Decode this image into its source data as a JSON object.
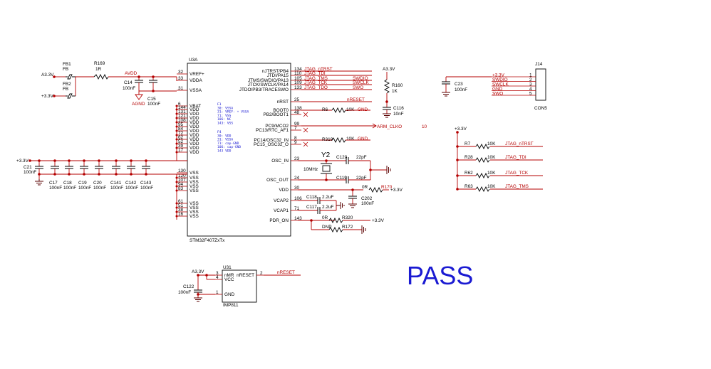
{
  "status": "PASS",
  "u3a": {
    "ref": "U3A",
    "part": "STM32F407ZxTx",
    "left_pins": [
      {
        "num": "32",
        "name": "VREF+"
      },
      {
        "num": "33",
        "name": "VDDA"
      },
      {
        "num": "31",
        "name": "VSSA"
      },
      {
        "num": "6",
        "name": "VBAT"
      },
      {
        "num": "144",
        "name": "VDD"
      },
      {
        "num": "131",
        "name": "VDD"
      },
      {
        "num": "121",
        "name": "VDD"
      },
      {
        "num": "108",
        "name": "VDD"
      },
      {
        "num": "95",
        "name": "VDD"
      },
      {
        "num": "84",
        "name": "VDD"
      },
      {
        "num": "72",
        "name": "VDD"
      },
      {
        "num": "62",
        "name": "VDD"
      },
      {
        "num": "52",
        "name": "VDD"
      },
      {
        "num": "39",
        "name": "VDD"
      },
      {
        "num": "17",
        "name": "VDD"
      },
      {
        "num": "130",
        "name": "VSS"
      },
      {
        "num": "120",
        "name": "VSS"
      },
      {
        "num": "107",
        "name": "VSS"
      },
      {
        "num": "94",
        "name": "VSS"
      },
      {
        "num": "83",
        "name": "VSS"
      },
      {
        "num": "61",
        "name": "VSS"
      },
      {
        "num": "51",
        "name": "VSS"
      },
      {
        "num": "38",
        "name": "VSS"
      },
      {
        "num": "16",
        "name": "VSS"
      }
    ],
    "right_pins": [
      {
        "num": "134",
        "name": "nJTRST/PB4"
      },
      {
        "num": "110",
        "name": "JTDI/PA15"
      },
      {
        "num": "105",
        "name": "JTMS/SWDIO/PA13"
      },
      {
        "num": "109",
        "name": "JTCK/SWCLK/PA14"
      },
      {
        "num": "133",
        "name": "JTDO/PB3/TRACESWO"
      },
      {
        "num": "25",
        "name": "nRST"
      },
      {
        "num": "138",
        "name": "BOOT0"
      },
      {
        "num": "48",
        "name": "PB2/BOOT1"
      },
      {
        "num": "99",
        "name": "PC9/MCO2"
      },
      {
        "num": "7",
        "name": "PC13/RTC_AF1"
      },
      {
        "num": "8",
        "name": "PC14/OSC32_IN"
      },
      {
        "num": "9",
        "name": "PC15_OSC32_O"
      },
      {
        "num": "23",
        "name": "OSC_IN"
      },
      {
        "num": "24",
        "name": "OSC_OUT"
      },
      {
        "num": "30",
        "name": "VDD"
      },
      {
        "num": "106",
        "name": "VCAP2"
      },
      {
        "num": "71",
        "name": "VCAP1"
      },
      {
        "num": "143",
        "name": "PDR_ON"
      }
    ],
    "notes_a": [
      "F1",
      "30: VSSA",
      "31: VREF- + VSSA",
      "71: VSS",
      "106: NC",
      "143: VSS"
    ],
    "notes_b": [
      "F4",
      "30: VDD",
      "31: VSSA",
      "71: cap-GND",
      "106: cap-GND",
      "143 VDD"
    ],
    "right_nets": [
      "JTAG_nTRST",
      "JTAG_TDI",
      "JTAG_TMS",
      "JTAG_TCK",
      "JTAG_TDO",
      "nRESET"
    ],
    "swd_nets": [
      "SWDIO",
      "SWCLK",
      "SWO"
    ],
    "mco": "ARM_CLKO",
    "mco_num": "10"
  },
  "power_in": {
    "fb1": "FB1",
    "fb1_val": "FB",
    "fb2": "FB2",
    "fb2_val": "FB",
    "a33": "A3.3V",
    "p33": "+3.3V",
    "r169": "R169",
    "r169_val": "1R",
    "avdd": "AVDD",
    "agnd": "AGND",
    "c14": "C14",
    "c14_val": "100nF",
    "c15": "C15",
    "c15_val": "100nF"
  },
  "decoupling": {
    "rail": "+3.3V",
    "caps": [
      {
        "ref": "C21",
        "val": "100nF"
      },
      {
        "ref": "C17",
        "val": "100nF"
      },
      {
        "ref": "C18",
        "val": "100nF"
      },
      {
        "ref": "C19",
        "val": "100nF"
      },
      {
        "ref": "C20",
        "val": "100nF"
      },
      {
        "ref": "C141",
        "val": "100nF"
      },
      {
        "ref": "C142",
        "val": "100nF"
      },
      {
        "ref": "C143",
        "val": "100nF"
      }
    ]
  },
  "right_parts": {
    "r160": "R160",
    "r160_val": "1K",
    "r160_rail": "A3.3V",
    "c116": "C116",
    "c116_val": "10nF",
    "r6": "R6",
    "r6_val": "10K",
    "gnd": "GND",
    "r319": "R319",
    "r319_val": "10K",
    "y2": "Y2",
    "y2_freq": "10MHz",
    "c120": "C120",
    "c120_val": "22pF",
    "c119": "C119",
    "c119_val": "22pF",
    "r170": "R170",
    "r170_val": "0R",
    "p33": "+3.3V",
    "c118": "C118",
    "c118_val": "2.2uF",
    "c117": "C117",
    "c117_val": "2.2uF",
    "c202": "C202",
    "c202_val": "100nF",
    "r320": "R320",
    "r320_val": "0R",
    "r172": "R172",
    "r172_val": "DNP"
  },
  "j14": {
    "ref": "J14",
    "part": "CON5",
    "pins": [
      {
        "num": "1",
        "net": "+3.3V"
      },
      {
        "num": "2",
        "net": "SWDIO"
      },
      {
        "num": "3",
        "net": "SWCLK"
      },
      {
        "num": "4",
        "net": "GND"
      },
      {
        "num": "5",
        "net": "SWO"
      }
    ],
    "c23": "C23",
    "c23_val": "100nF"
  },
  "pullups": {
    "rail": "+3.3V",
    "items": [
      {
        "ref": "R7",
        "val": "10K",
        "net": "JTAG_nTRST"
      },
      {
        "ref": "R28",
        "val": "10K",
        "net": "JTAG_TDI"
      },
      {
        "ref": "R62",
        "val": "10K",
        "net": "JTAG_TCK"
      },
      {
        "ref": "R63",
        "val": "10K",
        "net": "JTAG_TMS"
      }
    ]
  },
  "u31": {
    "ref": "U31",
    "part": "IMP811",
    "rail": "A3.3V",
    "c122": "C122",
    "c122_val": "100nF",
    "pins": [
      {
        "num": "3",
        "name": "nMR"
      },
      {
        "num": "4",
        "name": "VCC"
      },
      {
        "num": "1",
        "name": "GND"
      },
      {
        "num": "2",
        "name": "nRESET"
      }
    ],
    "out_net": "nRESET"
  },
  "colors": {
    "wire": "#b40000",
    "body": "#000000",
    "pass": "#1a1ad2",
    "note": "#1a1ad2",
    "osc": "#d21a6e"
  }
}
